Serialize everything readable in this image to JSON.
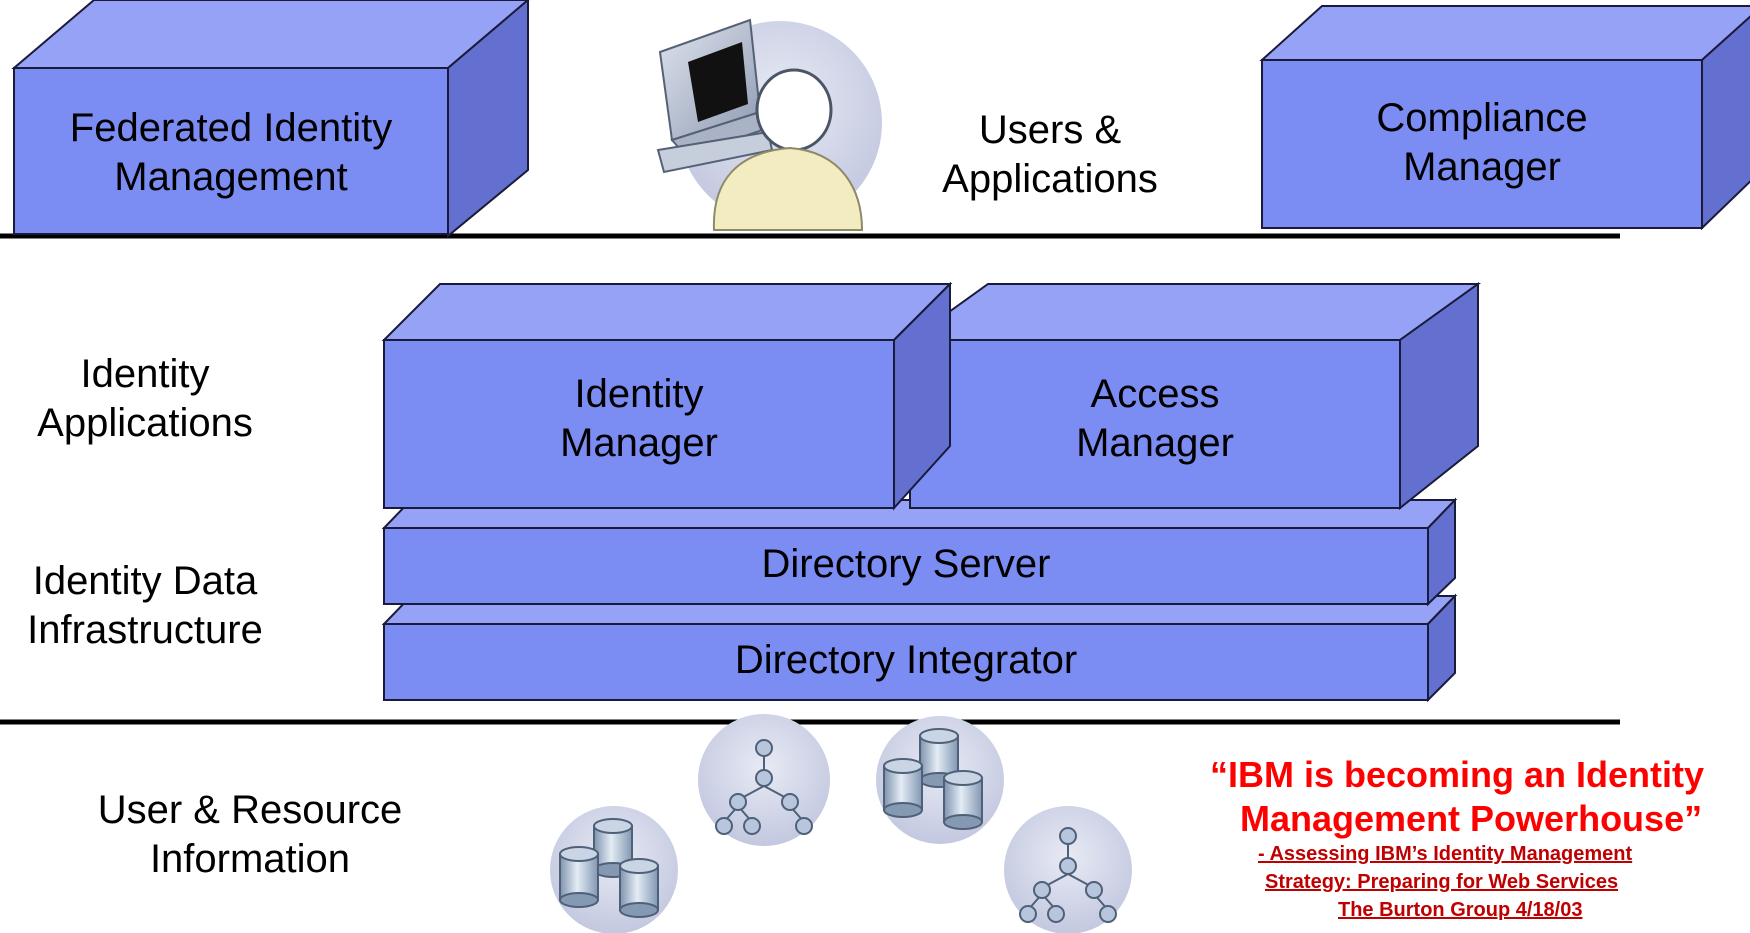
{
  "colors": {
    "box_front": "#7b8cf3",
    "box_top": "#96a2f6",
    "box_side": "#6470d0",
    "box_edge": "#1a1a3a",
    "divider": "#000000",
    "quote": "#ff0000",
    "citation": "#c00000"
  },
  "icons": [
    "user-at-computer-icon",
    "database-cylinders-icon",
    "directory-tree-icon"
  ],
  "top_tier": {
    "federated_line1": "Federated Identity",
    "federated_line2": "Management",
    "users_line1": "Users &",
    "users_line2": "Applications",
    "compliance_line1": "Compliance",
    "compliance_line2": "Manager"
  },
  "middle_tier": {
    "identity_apps_line1": "Identity",
    "identity_apps_line2": "Applications",
    "identity_data_line1": "Identity Data",
    "identity_data_line2": "Infrastructure",
    "identity_manager_line1": "Identity",
    "identity_manager_line2": "Manager",
    "access_manager_line1": "Access",
    "access_manager_line2": "Manager",
    "directory_server": "Directory Server",
    "directory_integrator": "Directory Integrator"
  },
  "bottom_tier": {
    "resource_line1": "User & Resource",
    "resource_line2": "Information",
    "quote_line1": "“IBM is becoming an Identity",
    "quote_line2": "Management Powerhouse”",
    "citation_line1": "- Assessing IBM’s Identity Management",
    "citation_line2": "Strategy: Preparing for Web Services",
    "citation_line3": "The Burton Group 4/18/03"
  }
}
